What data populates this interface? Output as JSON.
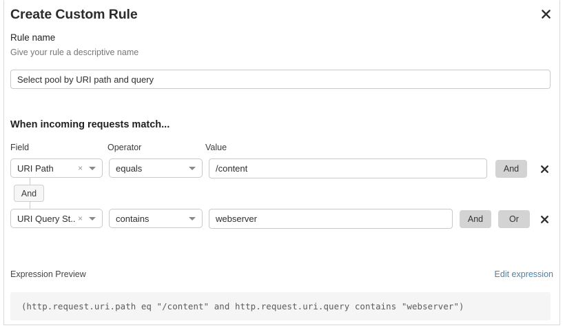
{
  "dialog": {
    "title": "Create Custom Rule",
    "close_icon": "close-icon"
  },
  "rule_name": {
    "label": "Rule name",
    "hint": "Give your rule a descriptive name",
    "value": "Select pool by URI path and query",
    "placeholder": ""
  },
  "conditions": {
    "heading": "When incoming requests match...",
    "columns": {
      "field": "Field",
      "operator": "Operator",
      "value": "Value"
    },
    "group_connector": "And",
    "rows": [
      {
        "field": "URI Path",
        "operator": "equals",
        "value": "/content",
        "clear_glyph": "×",
        "buttons": [
          "And"
        ],
        "delete_icon": "close-icon"
      },
      {
        "field": "URI Query St...",
        "operator": "contains",
        "value": "webserver",
        "clear_glyph": "×",
        "buttons": [
          "And",
          "Or"
        ],
        "delete_icon": "close-icon"
      }
    ]
  },
  "expression": {
    "label": "Expression Preview",
    "edit_link": "Edit expression",
    "text": "(http.request.uri.path eq \"/content\" and http.request.uri.query contains \"webserver\")"
  },
  "colors": {
    "pill_bg": "#d3d3d3",
    "link": "#4c82a8",
    "expr_bg": "#f5f5f5",
    "border": "#c9c9c9"
  }
}
